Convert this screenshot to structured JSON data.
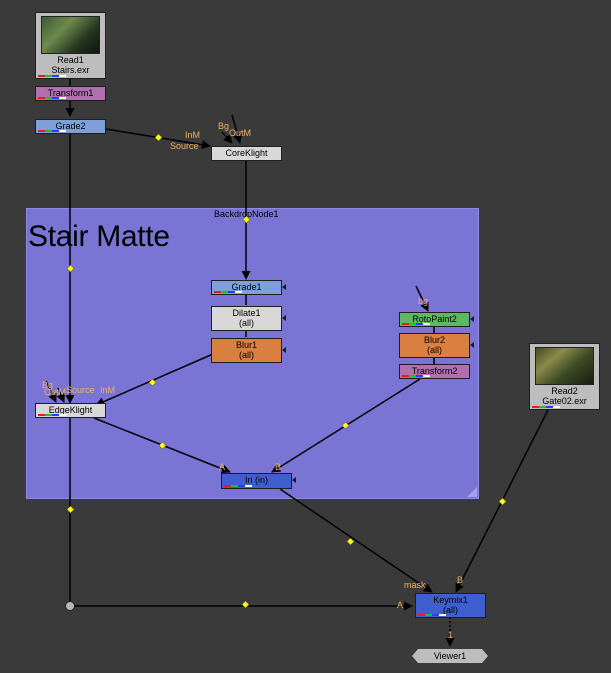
{
  "backdrop": {
    "title": "Stair Matte",
    "name": "BackdropNode1",
    "color": "#7a74d4"
  },
  "nodes": {
    "read1": {
      "name": "Read1",
      "file": "Stairs.exr"
    },
    "transform1": {
      "name": "Transform1",
      "color": "#b070b0"
    },
    "grade2": {
      "name": "Grade2",
      "color": "#7f9fd8"
    },
    "coreklight": {
      "name": "CoreKlight",
      "color": "#d8d8d8"
    },
    "grade1": {
      "name": "Grade1",
      "color": "#7f9fd8"
    },
    "dilate1": {
      "name": "Dilate1",
      "sub": "(all)",
      "color": "#d8d8d8"
    },
    "blur1": {
      "name": "Blur1",
      "sub": "(all)",
      "color": "#d97f3f"
    },
    "rotopaint2": {
      "name": "RotoPaint2",
      "color": "#5fb85f"
    },
    "blur2": {
      "name": "Blur2",
      "sub": "(all)",
      "color": "#d97f3f"
    },
    "transform2": {
      "name": "Transform2",
      "color": "#b070b0"
    },
    "edgeklight": {
      "name": "EdgeKlight",
      "color": "#d8d8d8"
    },
    "in_node": {
      "name": "In (in)",
      "color": "#3f5fd0"
    },
    "read2": {
      "name": "Read2",
      "file": "Gate02.exr"
    },
    "keymix1": {
      "name": "Keymix1",
      "sub": "(all)",
      "color": "#3f5fd0"
    },
    "viewer1": {
      "name": "Viewer1"
    }
  },
  "pins": {
    "coreklight_bg": "Bg",
    "coreklight_outm": "OutM",
    "coreklight_inm": "InM",
    "coreklight_source": "Source",
    "rotopaint_bg": "bg",
    "edgeklight_bg": "Bg",
    "edgeklight_outm": "OutM",
    "edgeklight_source": "Source",
    "edgeklight_inm": "InM",
    "in_a": "A",
    "in_b": "B",
    "keymix_mask": "mask",
    "keymix_b": "B",
    "keymix_a": "A",
    "viewer_input": "1"
  },
  "colors": {
    "background": "#3a3a3a",
    "edge": "#000000",
    "edge_dot": "#ffff00",
    "pin_label": "#f0b060"
  }
}
